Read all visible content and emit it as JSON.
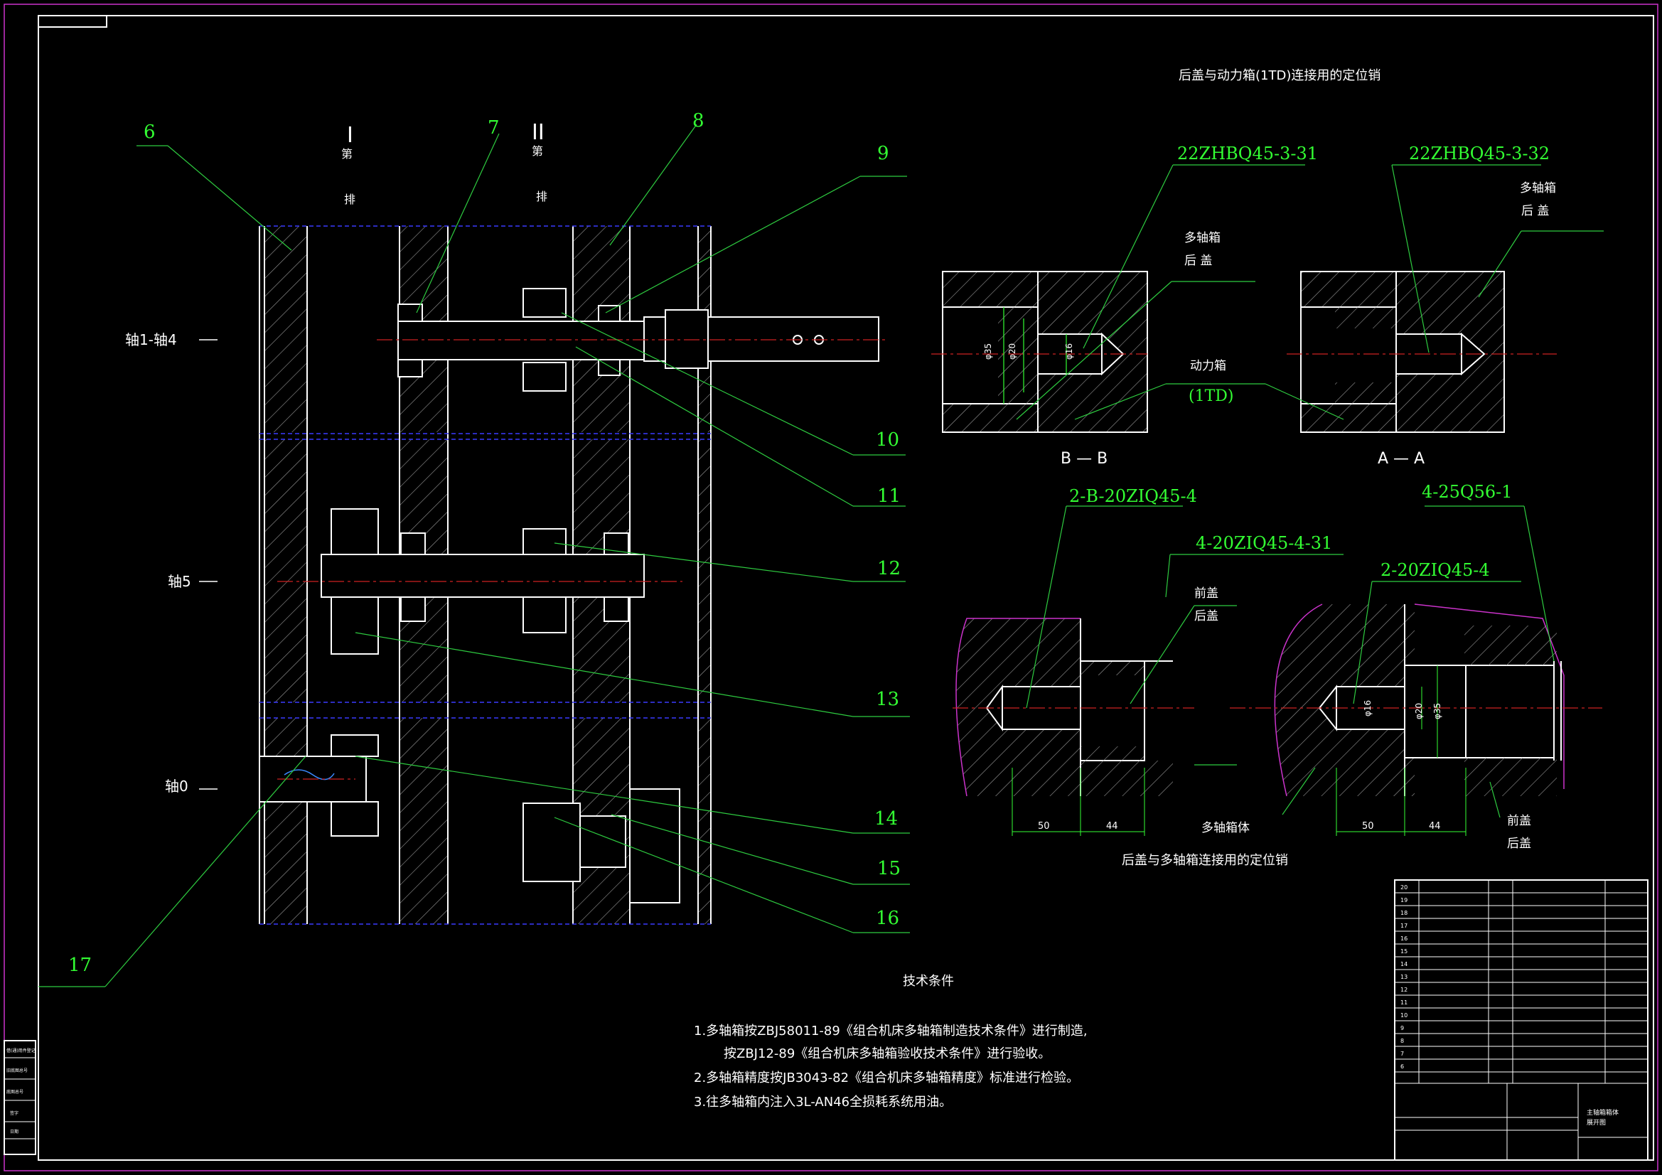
{
  "section_titles": {
    "pins_top": "后盖与动力箱(1TD)连接用的定位销",
    "pins_bottom": "后盖与多轴箱连接用的定位销",
    "section_bb": "B — B",
    "section_aa": "A — A",
    "tech_title": "技术条件"
  },
  "row_labels": {
    "row1_num": "I",
    "row1_a": "第",
    "row1_b": "排",
    "row2_num": "II",
    "row2_a": "第",
    "row2_b": "排"
  },
  "shaft_labels": {
    "shaft_1_4": "轴1-轴4",
    "shaft_5": "轴5",
    "shaft_0": "轴0"
  },
  "balloons": [
    "6",
    "7",
    "8",
    "9",
    "10",
    "11",
    "12",
    "13",
    "14",
    "15",
    "16",
    "17"
  ],
  "part_codes": {
    "p1": "22ZHBQ45-3-31",
    "p2": "22ZHBQ45-3-32",
    "p3": "2-B-20ZIQ45-4",
    "p4": "4-20ZIQ45-4-31",
    "p5": "2-20ZIQ45-4",
    "p6": "4-25Q56-1"
  },
  "detail_labels": {
    "duozhouxiang": "多轴箱",
    "hougai": "后  盖",
    "donglixiang": "动力箱",
    "onetd": "(1TD)",
    "qiangai": "前盖",
    "hougai2": "后盖",
    "duozhouxiangti": "多轴箱体",
    "qiangai2": "前盖",
    "hougai3": "后盖",
    "duozhouxiang2": "多轴箱",
    "hougai4": "后  盖",
    "dim_50a": "50",
    "dim_44a": "44",
    "dim_50b": "50",
    "dim_44b": "44",
    "phi35": "φ35",
    "phi20": "φ20",
    "phi16": "φ16",
    "phi16b": "φ16",
    "phi20b": "φ20",
    "phi35b": "φ35"
  },
  "tech_notes": [
    "1.多轴箱按ZBJ58011-89《组合机床多轴箱制造技术条件》进行制造,",
    "按ZBJ12-89《组合机床多轴箱验收技术条件》进行验收。",
    "2.多轴箱精度按JB3043-82《组合机床多轴箱精度》标准进行检验。",
    "3.往多轴箱内注入3L-AN46全损耗系统用油。"
  ],
  "bom_rows": [
    "20",
    "19",
    "18",
    "17",
    "16",
    "15",
    "14",
    "13",
    "12",
    "11",
    "10",
    "9",
    "8",
    "7",
    "6"
  ],
  "title_block": {
    "name1": "主轴箱箱体",
    "name2": "展开图"
  },
  "left_strip": [
    "借(通)用件登记",
    "旧底图总号",
    "底图总号",
    "签字",
    "日期"
  ],
  "colors": {
    "background": "#000000",
    "frame": "#cc33cc",
    "leader": "#2ecc40",
    "label_green": "#33ff33",
    "centerline": "#cc2222",
    "hidden": "#3a3aff"
  }
}
